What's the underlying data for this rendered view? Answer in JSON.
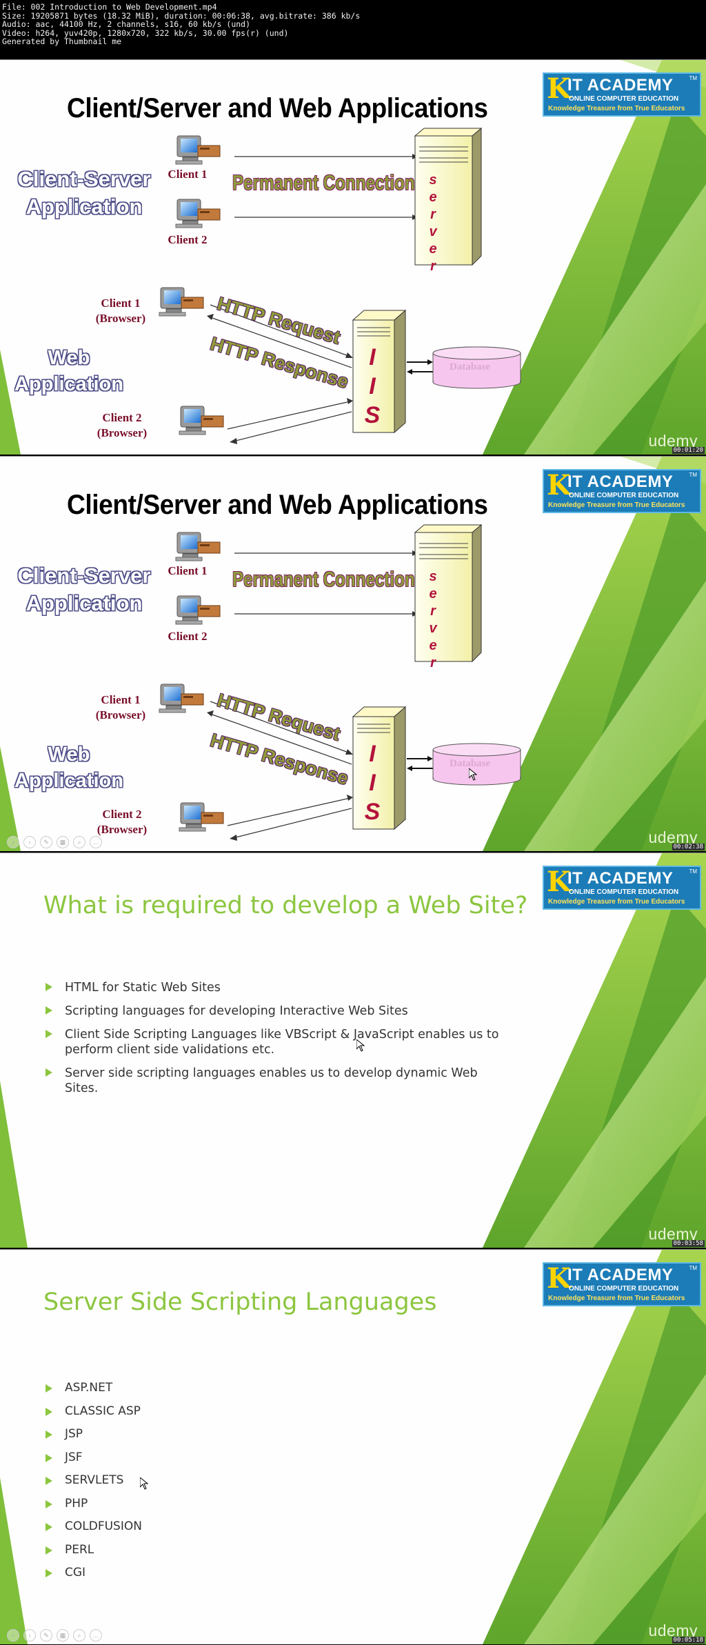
{
  "header": {
    "lines": [
      "File: 002 Introduction to Web Development.mp4",
      "Size: 19205871 bytes (18.32 MiB), duration: 00:06:38, avg.bitrate: 386 kb/s",
      "Audio: aac, 44100 Hz, 2 channels, s16, 60 kb/s (und)",
      "Video: h264, yuv420p, 1280x720, 322 kb/s, 30.00 fps(r) (und)",
      "Generated by Thumbnail me"
    ]
  },
  "logo": {
    "name": "IT ACADEMY",
    "tm": "TM",
    "line2": "ONLINE COMPUTER EDUCATION",
    "line3": "Knowledge Treasure from True Educators"
  },
  "watermark": "udemy",
  "colors": {
    "accent_green": "#8cc63f",
    "logo_blue": "#1c7cb7",
    "label_maroon": "#7a0f2a"
  },
  "slide_diagram": {
    "title": "Client/Server and Web Applications",
    "cs_label_line1": "Client-Server",
    "cs_label_line2": "Application",
    "web_label_line1": "Web",
    "web_label_line2": "Application",
    "permanent": "Permanent Connection",
    "client1": "Client 1",
    "client2": "Client 2",
    "browser_client1": "Client 1",
    "browser_client2": "Client 2",
    "browser": "(Browser)",
    "server_letters": [
      "s",
      "e",
      "r",
      "v",
      "e",
      "r"
    ],
    "iis_letters": [
      "I",
      "I",
      "S"
    ],
    "http_request": "HTTP Request",
    "http_response": "HTTP Response",
    "database": "Database"
  },
  "frames": [
    {
      "timestamp": "00:01:20"
    },
    {
      "timestamp": "00:02:38"
    },
    {
      "timestamp": "00:03:58"
    },
    {
      "timestamp": "00:05:18"
    }
  ],
  "slide3": {
    "title": "What is required to develop a Web Site?",
    "bullets": [
      "HTML for Static Web Sites",
      "Scripting languages for developing Interactive Web Sites",
      "Client Side Scripting Languages like VBScript & JavaScript enables us to perform client side validations etc.",
      "Server side scripting languages enables us to develop dynamic Web Sites."
    ]
  },
  "slide4": {
    "title": "Server Side Scripting Languages",
    "bullets": [
      "ASP.NET",
      "CLASSIC ASP",
      "JSP",
      "JSF",
      "SERVLETS",
      "PHP",
      "COLDFUSION",
      "PERL",
      "CGI"
    ]
  }
}
